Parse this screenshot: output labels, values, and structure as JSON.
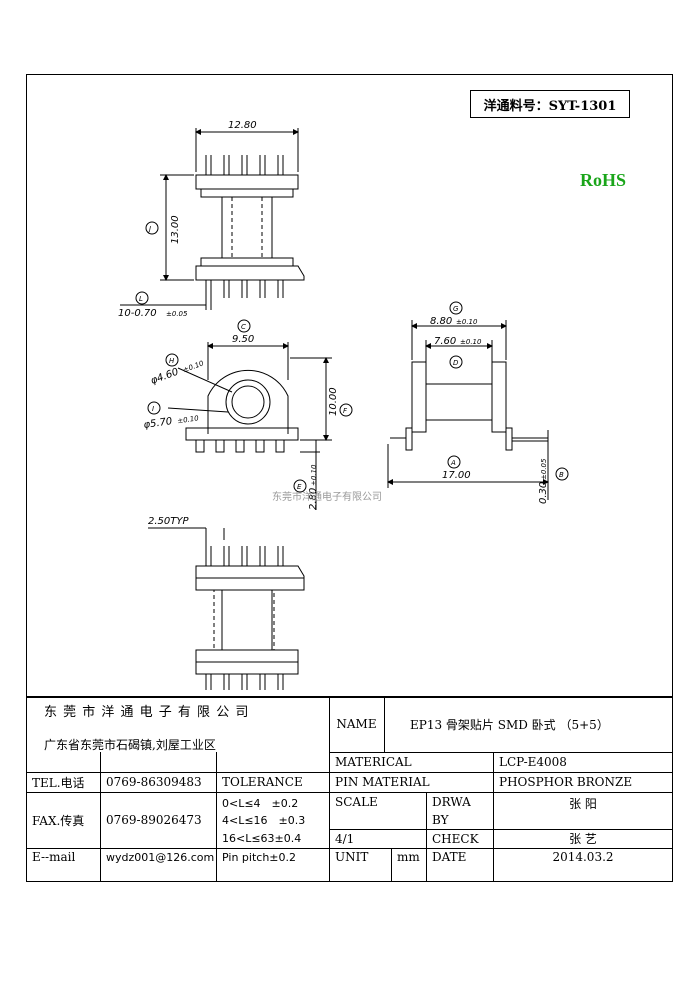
{
  "header": {
    "part_number": "洋通料号：SYT-1301",
    "rohs": "RoHS"
  },
  "dimensions": {
    "top_width": "12.80",
    "height": "13.00",
    "pin_size_label": "10-0.70",
    "pin_size_tol": "±0.05",
    "body_width": "9.50",
    "hole_dia": "φ4.60",
    "hole_dia_tol": "±0.10",
    "flange_dia": "φ5.70",
    "flange_dia_tol": "±0.10",
    "side_height": "10.00",
    "standoff": "2.80",
    "standoff_tol": "±0.10",
    "flange_width": "8.80",
    "flange_width_tol": "±0.10",
    "inner_width": "7.60",
    "inner_width_tol": "±0.10",
    "overall_length": "17.00",
    "lead_thickness": "0.30",
    "lead_thickness_tol": "±0.05",
    "pitch": "2.50TYP",
    "callouts": {
      "J": "J",
      "L": "L",
      "C": "C",
      "H": "H",
      "I": "I",
      "F": "F",
      "E": "E",
      "G": "G",
      "D": "D",
      "A": "A",
      "B": "B"
    },
    "watermark": "东莞市洋通电子有限公司"
  },
  "title_block": {
    "company": "东 莞 市 洋 通 电 子 有 限 公 司",
    "address": "广东省东莞市石碣镇,刘屋工业区",
    "tel_label": "TEL.电话",
    "tel": "0769-86309483",
    "fax_label": "FAX.传真",
    "fax": "0769-89026473",
    "email_label": "E--mail",
    "email": "wydz001@126.com",
    "tolerance_label": "TOLERANCE",
    "tol_1": "0<L≤4　±0.2",
    "tol_2": "4<L≤16　±0.3",
    "tol_3": "16<L≤63±0.4",
    "tol_4": "Pin pitch±0.2",
    "name_label": "NAME",
    "name_value": "EP13  骨架贴片 SMD 卧式 （5+5）",
    "material_label": "MATERICAL",
    "material_value": "LCP-E4008",
    "pin_material_label": "PIN MATERIAL",
    "pin_material_value": "PHOSPHOR BRONZE",
    "scale_label": "SCALE",
    "scale_value": "4/1",
    "drwa_label": "DRWA",
    "by_label": "BY",
    "drawn_by": "张 阳",
    "check_label": "CHECK",
    "checked_by": "张 艺",
    "unit_label": "UNIT",
    "unit_value": "mm",
    "date_label": "DATE",
    "date_value": "2014.03.2"
  }
}
